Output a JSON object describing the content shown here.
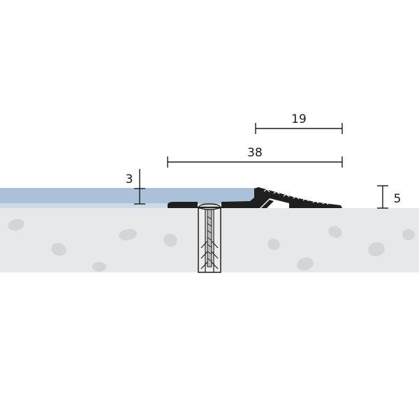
{
  "dimensions": {
    "width_top": "19",
    "width_total": "38",
    "height_left": "3",
    "height_right": "5"
  },
  "colors": {
    "background": "#ffffff",
    "floor": "#e6e8ea",
    "floor_stones": "#d2d5d8",
    "covering_top": "#a9c1d9",
    "covering_bottom": "#c9d9e8",
    "profile": "#1f1f1f",
    "dowel": "#ebebeb"
  }
}
